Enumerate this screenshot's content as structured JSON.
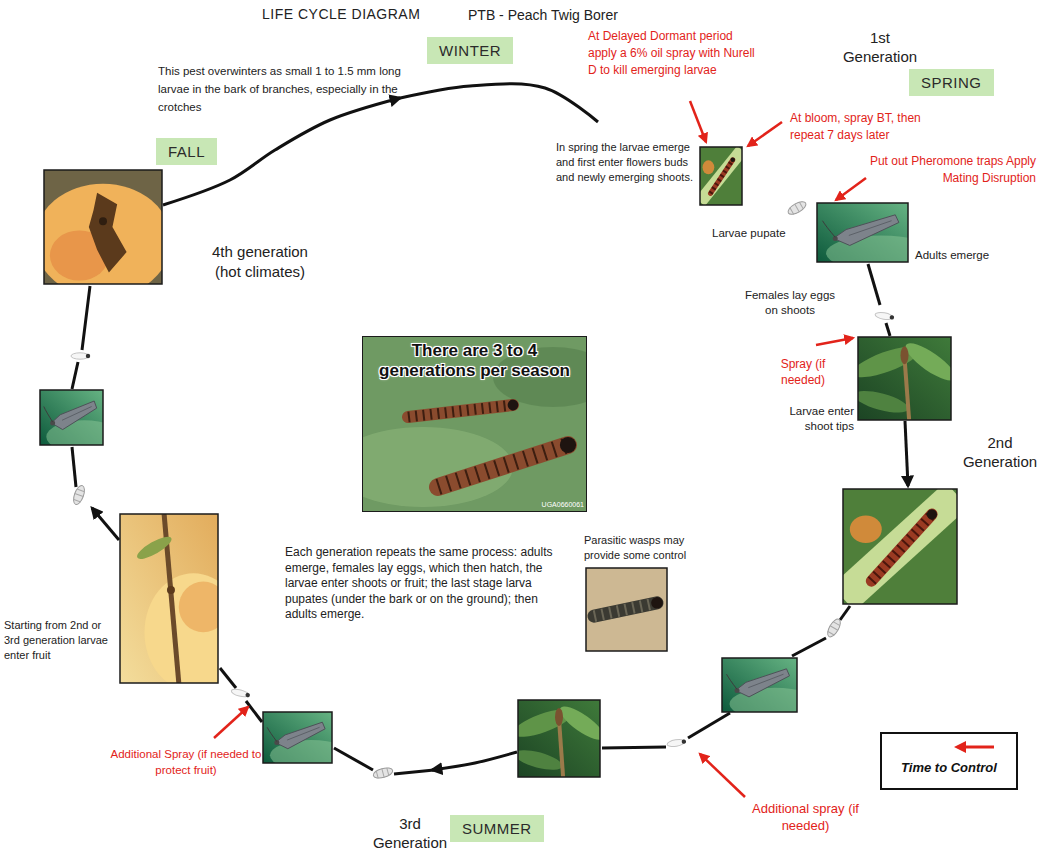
{
  "diagram": {
    "title": "LIFE CYCLE DIAGRAM",
    "nodes": [
      {
        "text": [
          "WINTER"
        ]
      },
      {
        "text": [
          "SPRING"
        ]
      },
      {
        "text": [
          "FALL"
        ]
      },
      {
        "text": [
          "There are 3 to 4 generations per season"
        ]
      },
      {
        "text": [
          "SUMMER"
        ]
      }
    ],
    "labels": [
      "PTB - Peach Twig Borer",
      "This pest overwinters as small 1 to 1.5 mm long larvae in the bark of branches, especially in the crotches",
      "1st Generation",
      "At Delayed Dormant period apply a 6% oil spray with Nurell D to kill emerging larvae",
      "At bloom, spray BT, then repeat 7 days later",
      "In spring the larvae emerge and first enter flowers buds and newly emerging shoots.",
      "Put out Pheromone traps Apply Mating Disruption",
      "Larvae pupate",
      "Adults emerge",
      "Females lay eggs on shoots",
      "Spray (if needed)",
      "Larvae enter shoot tips",
      "2nd Generation",
      "Parasitic wasps may provide some control",
      "Each generation repeats the same process: adults emerge, females lay eggs, which then hatch, the larvae enter shoots or fruit; the last stage larva pupates (under the bark or on the ground); then adults emerge.",
      "Additional spray (if needed)",
      "3rd Generation",
      "Additional Spray (if needed to protect fruit)",
      "Starting from 2nd or 3rd generation larvae enter fruit",
      "4th generation (hot climates)",
      "UGA0660061"
    ],
    "legend": [
      {
        "text": "Time to Control"
      }
    ]
  }
}
